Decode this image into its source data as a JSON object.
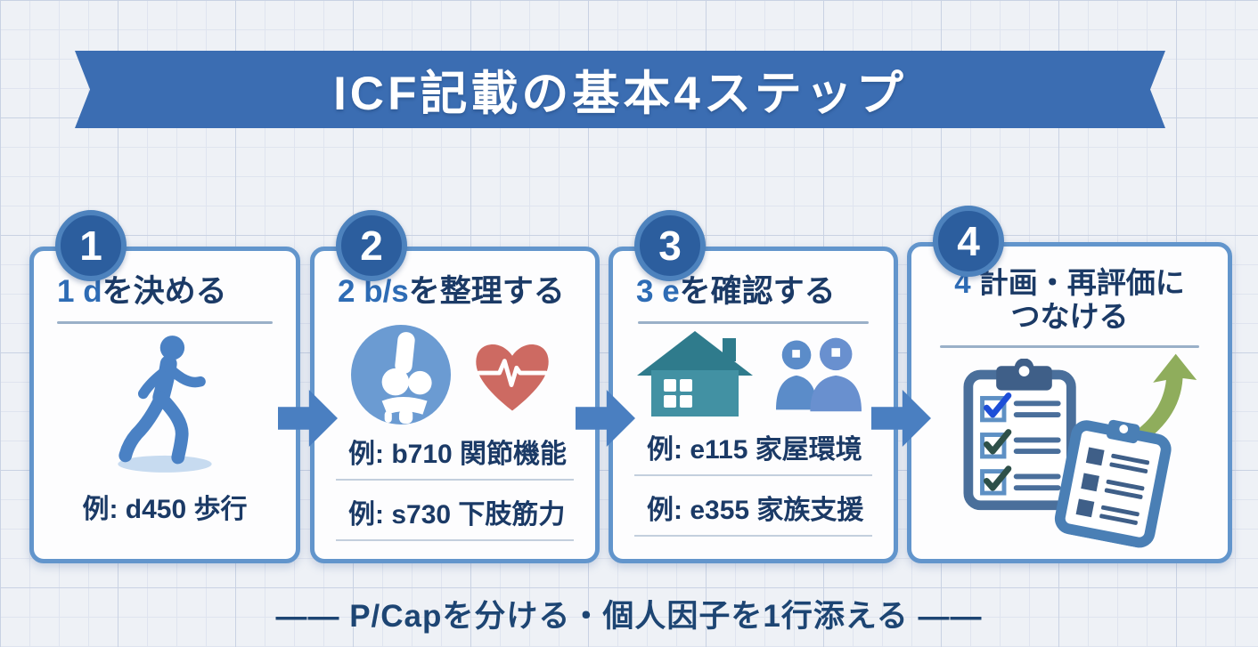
{
  "banner": {
    "title": "ICF記載の基本4ステップ"
  },
  "steps": [
    {
      "number": "1",
      "title_accent": "1 d",
      "title_rest": "を決める",
      "icon": "walking-person",
      "examples": [
        "例: d450 歩行"
      ]
    },
    {
      "number": "2",
      "title_accent": "2 b/s",
      "title_rest": "を整理する",
      "icons": [
        "knee-joint",
        "heart-pulse"
      ],
      "examples": [
        "例: b710 関節機能",
        "例: s730 下肢筋力"
      ]
    },
    {
      "number": "3",
      "title_accent": "3 e",
      "title_rest": "を確認する",
      "icons": [
        "house",
        "family"
      ],
      "examples": [
        "例: e115 家屋環境",
        "例: e355 家族支援"
      ]
    },
    {
      "number": "4",
      "title_accent": "4",
      "title_rest": " 計画・再評価に",
      "title_line2": "つなける",
      "icons": [
        "checklist-clipboard",
        "memo-clipboard",
        "growth-arrow"
      ],
      "examples": []
    }
  ],
  "footer": {
    "text": "—— P/Capを分ける・個人因子を1行添える ——"
  },
  "colors": {
    "banner_blue": "#3b6db2",
    "badge_blue": "#2c5e9e",
    "card_border": "#6295cc",
    "accent_blue": "#2e6cb5",
    "text_navy": "#1b3a66",
    "arrow_blue": "#4a7fc1",
    "icon_blue": "#4a81c4",
    "joint_circle_blue": "#6b9bd2",
    "heart_red": "#cd6a62",
    "house_teal": "#4291a3",
    "roof_teal": "#2f7b8c",
    "growth_green": "#8fad5c",
    "clipboard_slate": "#4a6f9b"
  }
}
